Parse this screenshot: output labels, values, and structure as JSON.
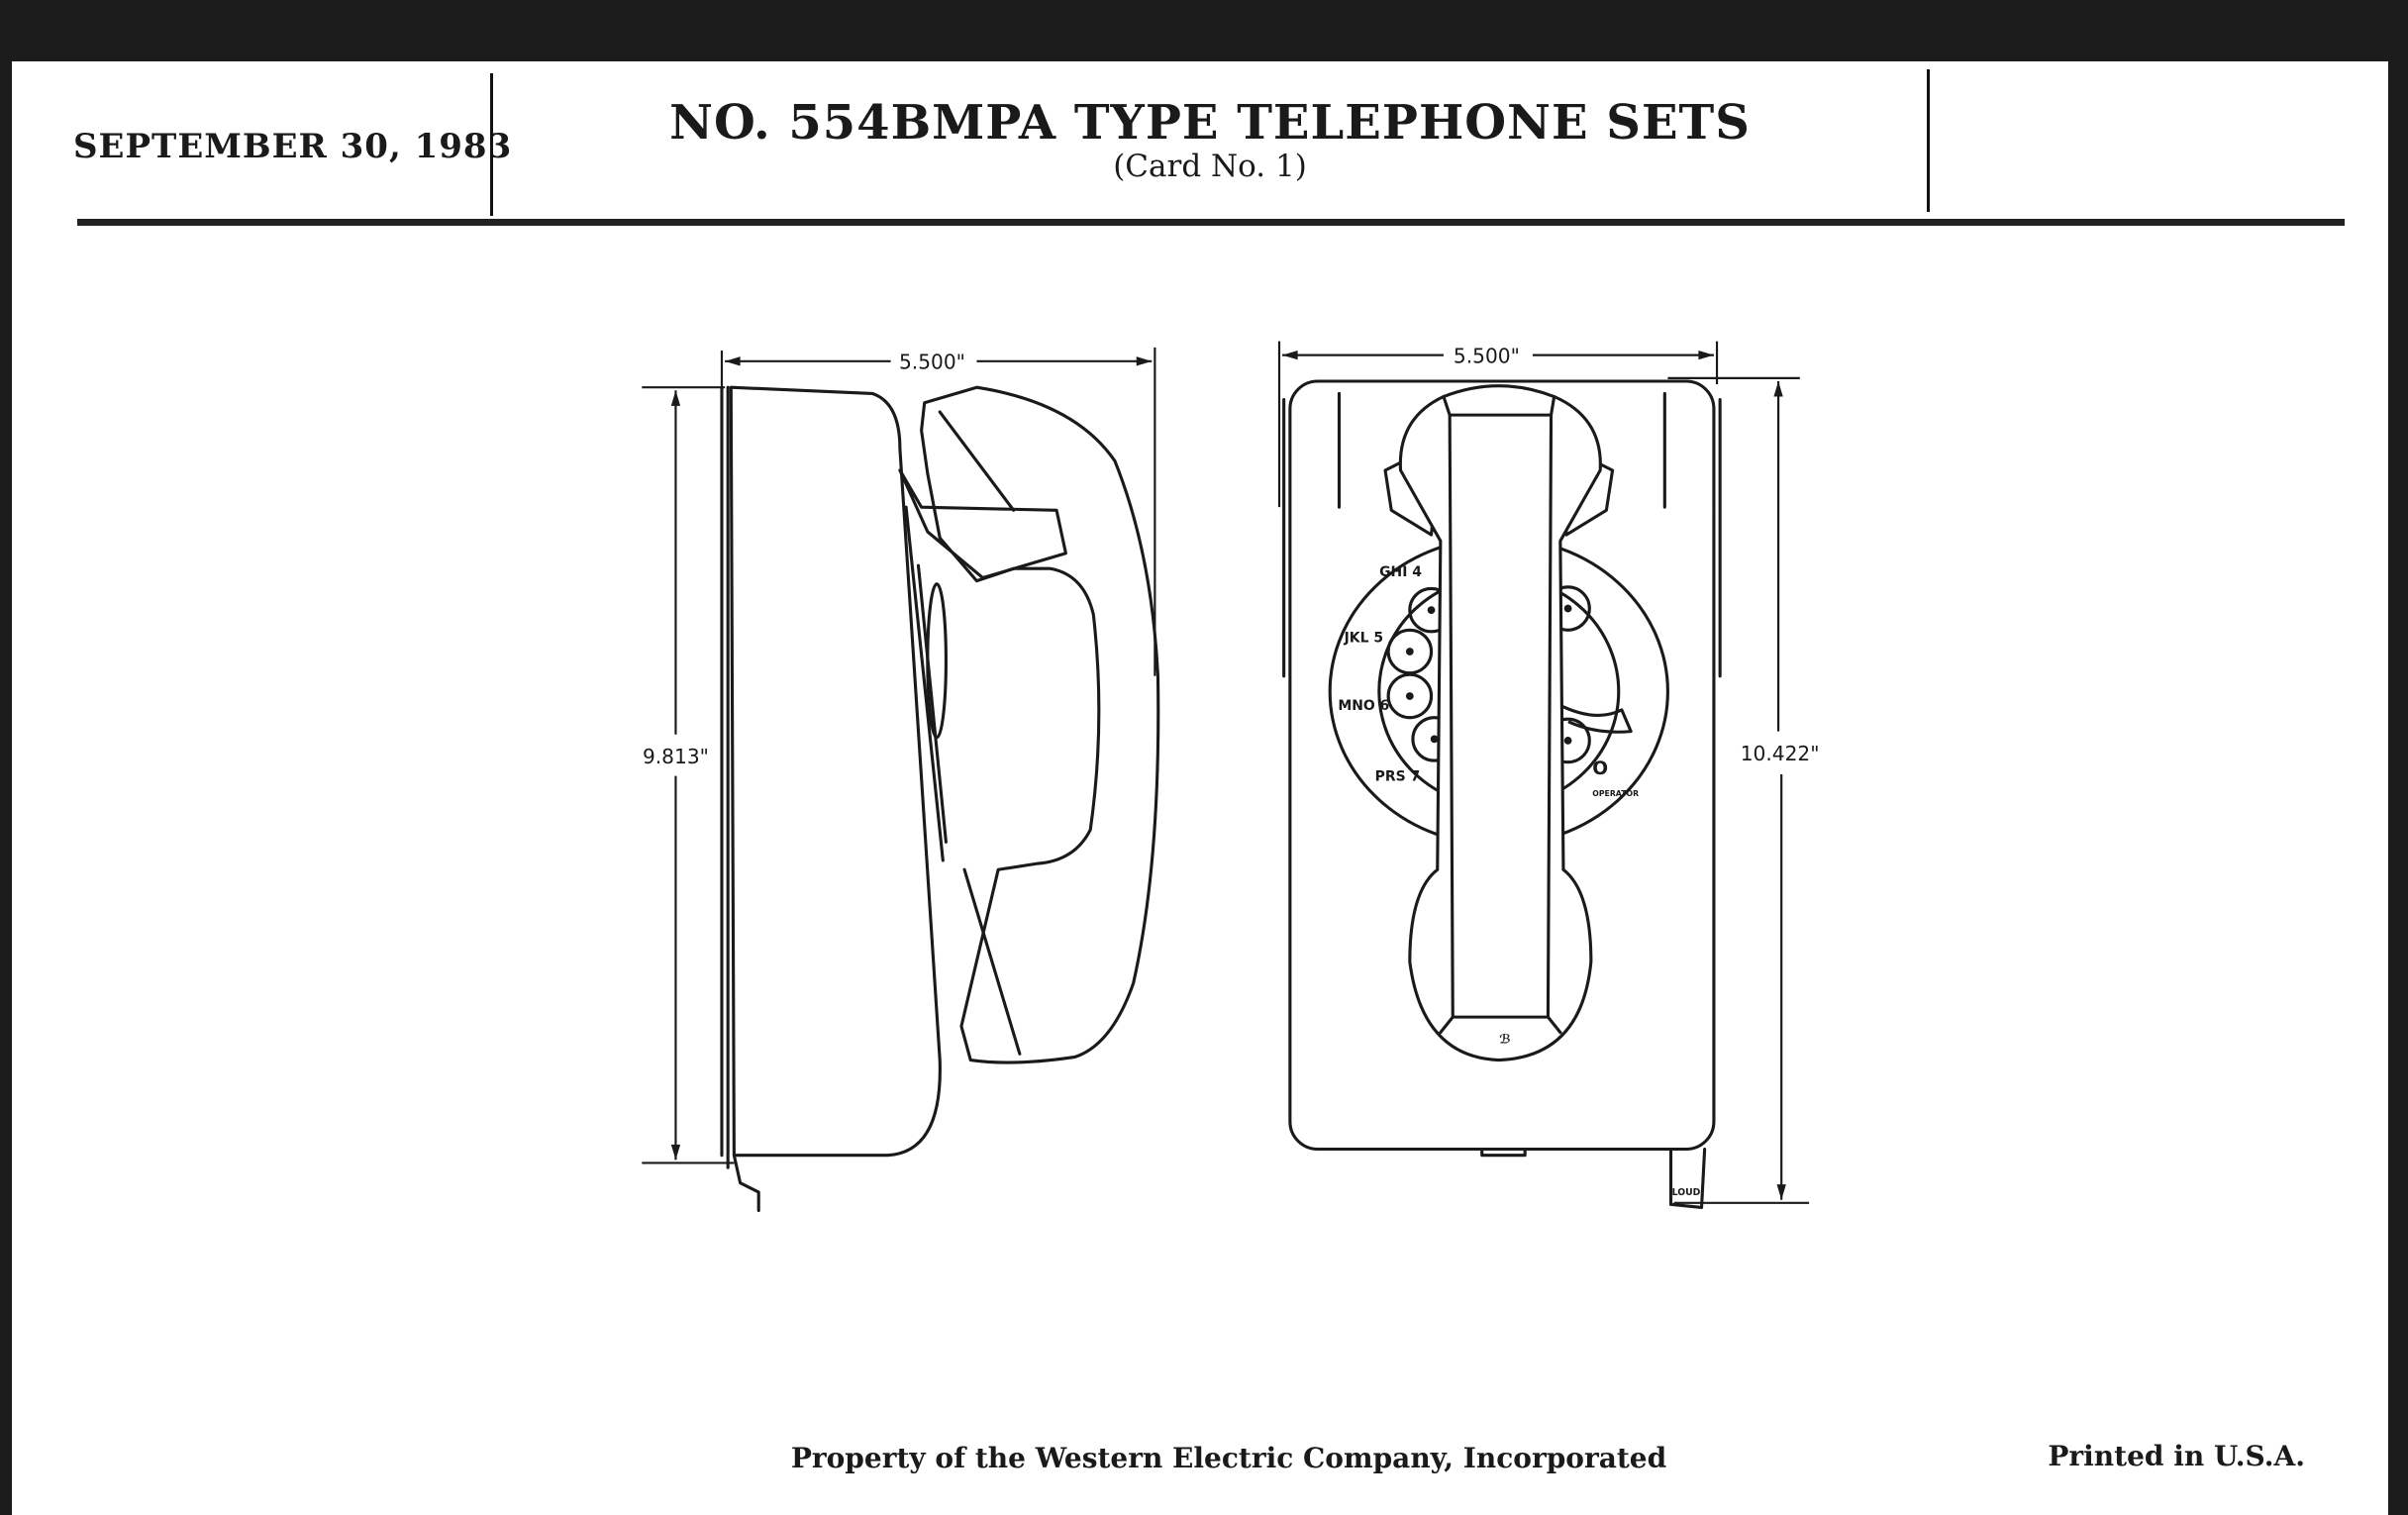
{
  "header": {
    "date": "SEPTEMBER 30, 1983",
    "title": "NO. 554BMPA TYPE TELEPHONE SETS",
    "subtitle": "(Card No. 1)"
  },
  "drawing": {
    "side_view": {
      "width_label": "5.500\"",
      "height_label": "9.813\""
    },
    "front_view": {
      "width_label": "5.500\"",
      "height_label": "10.422\""
    },
    "dial_labels": {
      "d4": "GHI 4",
      "d5": "JKL 5",
      "d6": "MNO 6",
      "d7": "PRS 7",
      "d0": "O",
      "operator": "OPERATOR"
    },
    "volume_label": "LOUD"
  },
  "footer": {
    "property": "Property of the Western Electric Company, Incorporated",
    "printed": "Printed in U.S.A."
  }
}
